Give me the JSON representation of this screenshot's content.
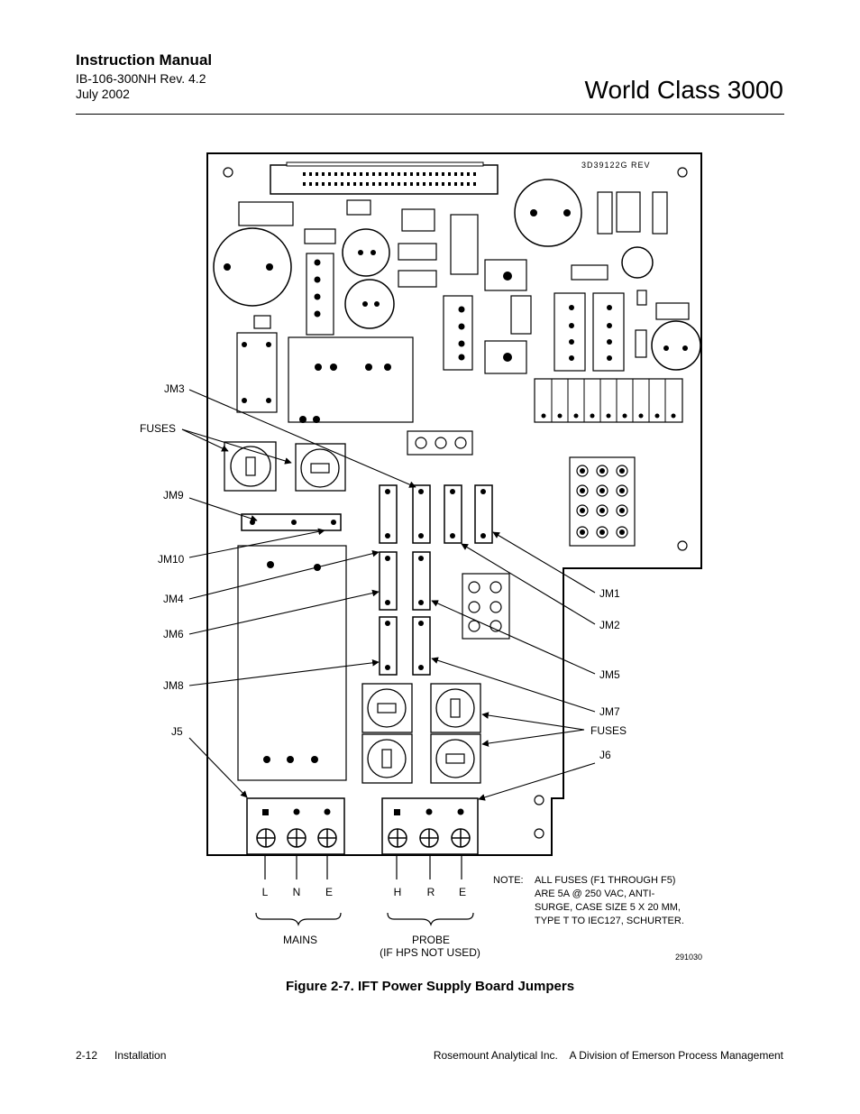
{
  "header": {
    "manual_title": "Instruction Manual",
    "doc_number": "IB-106-300NH Rev. 4.2",
    "date": "July 2002",
    "product": "World Class 3000"
  },
  "figure": {
    "board_header": "3D39122G REV",
    "callouts": {
      "jm3": "JM3",
      "fuses_left": "FUSES",
      "jm9": "JM9",
      "jm10": "JM10",
      "jm4": "JM4",
      "jm6": "JM6",
      "jm8": "JM8",
      "j5": "J5",
      "jm1": "JM1",
      "jm2": "JM2",
      "jm5": "JM5",
      "jm7": "JM7",
      "fuses_right": "FUSES",
      "j6": "J6"
    },
    "terminals": {
      "l": "L",
      "n": "N",
      "e1": "E",
      "h": "H",
      "r": "R",
      "e2": "E"
    },
    "mains_label": "MAINS",
    "probe_label": "PROBE",
    "probe_note": "(IF HPS NOT USED)",
    "note_label": "NOTE:",
    "note_lines": [
      "ALL FUSES (F1 THROUGH F5)",
      "ARE 5A @ 250 VAC, ANTI-",
      "SURGE, CASE SIZE 5 X 20 MM,",
      "TYPE T TO IEC127, SCHURTER."
    ],
    "drawing_number": "291030",
    "caption": "Figure 2-7.  IFT Power Supply Board Jumpers"
  },
  "footer": {
    "page": "2-12",
    "section": "Installation",
    "company": "Rosemount Analytical Inc.    A Division of Emerson Process Management"
  }
}
